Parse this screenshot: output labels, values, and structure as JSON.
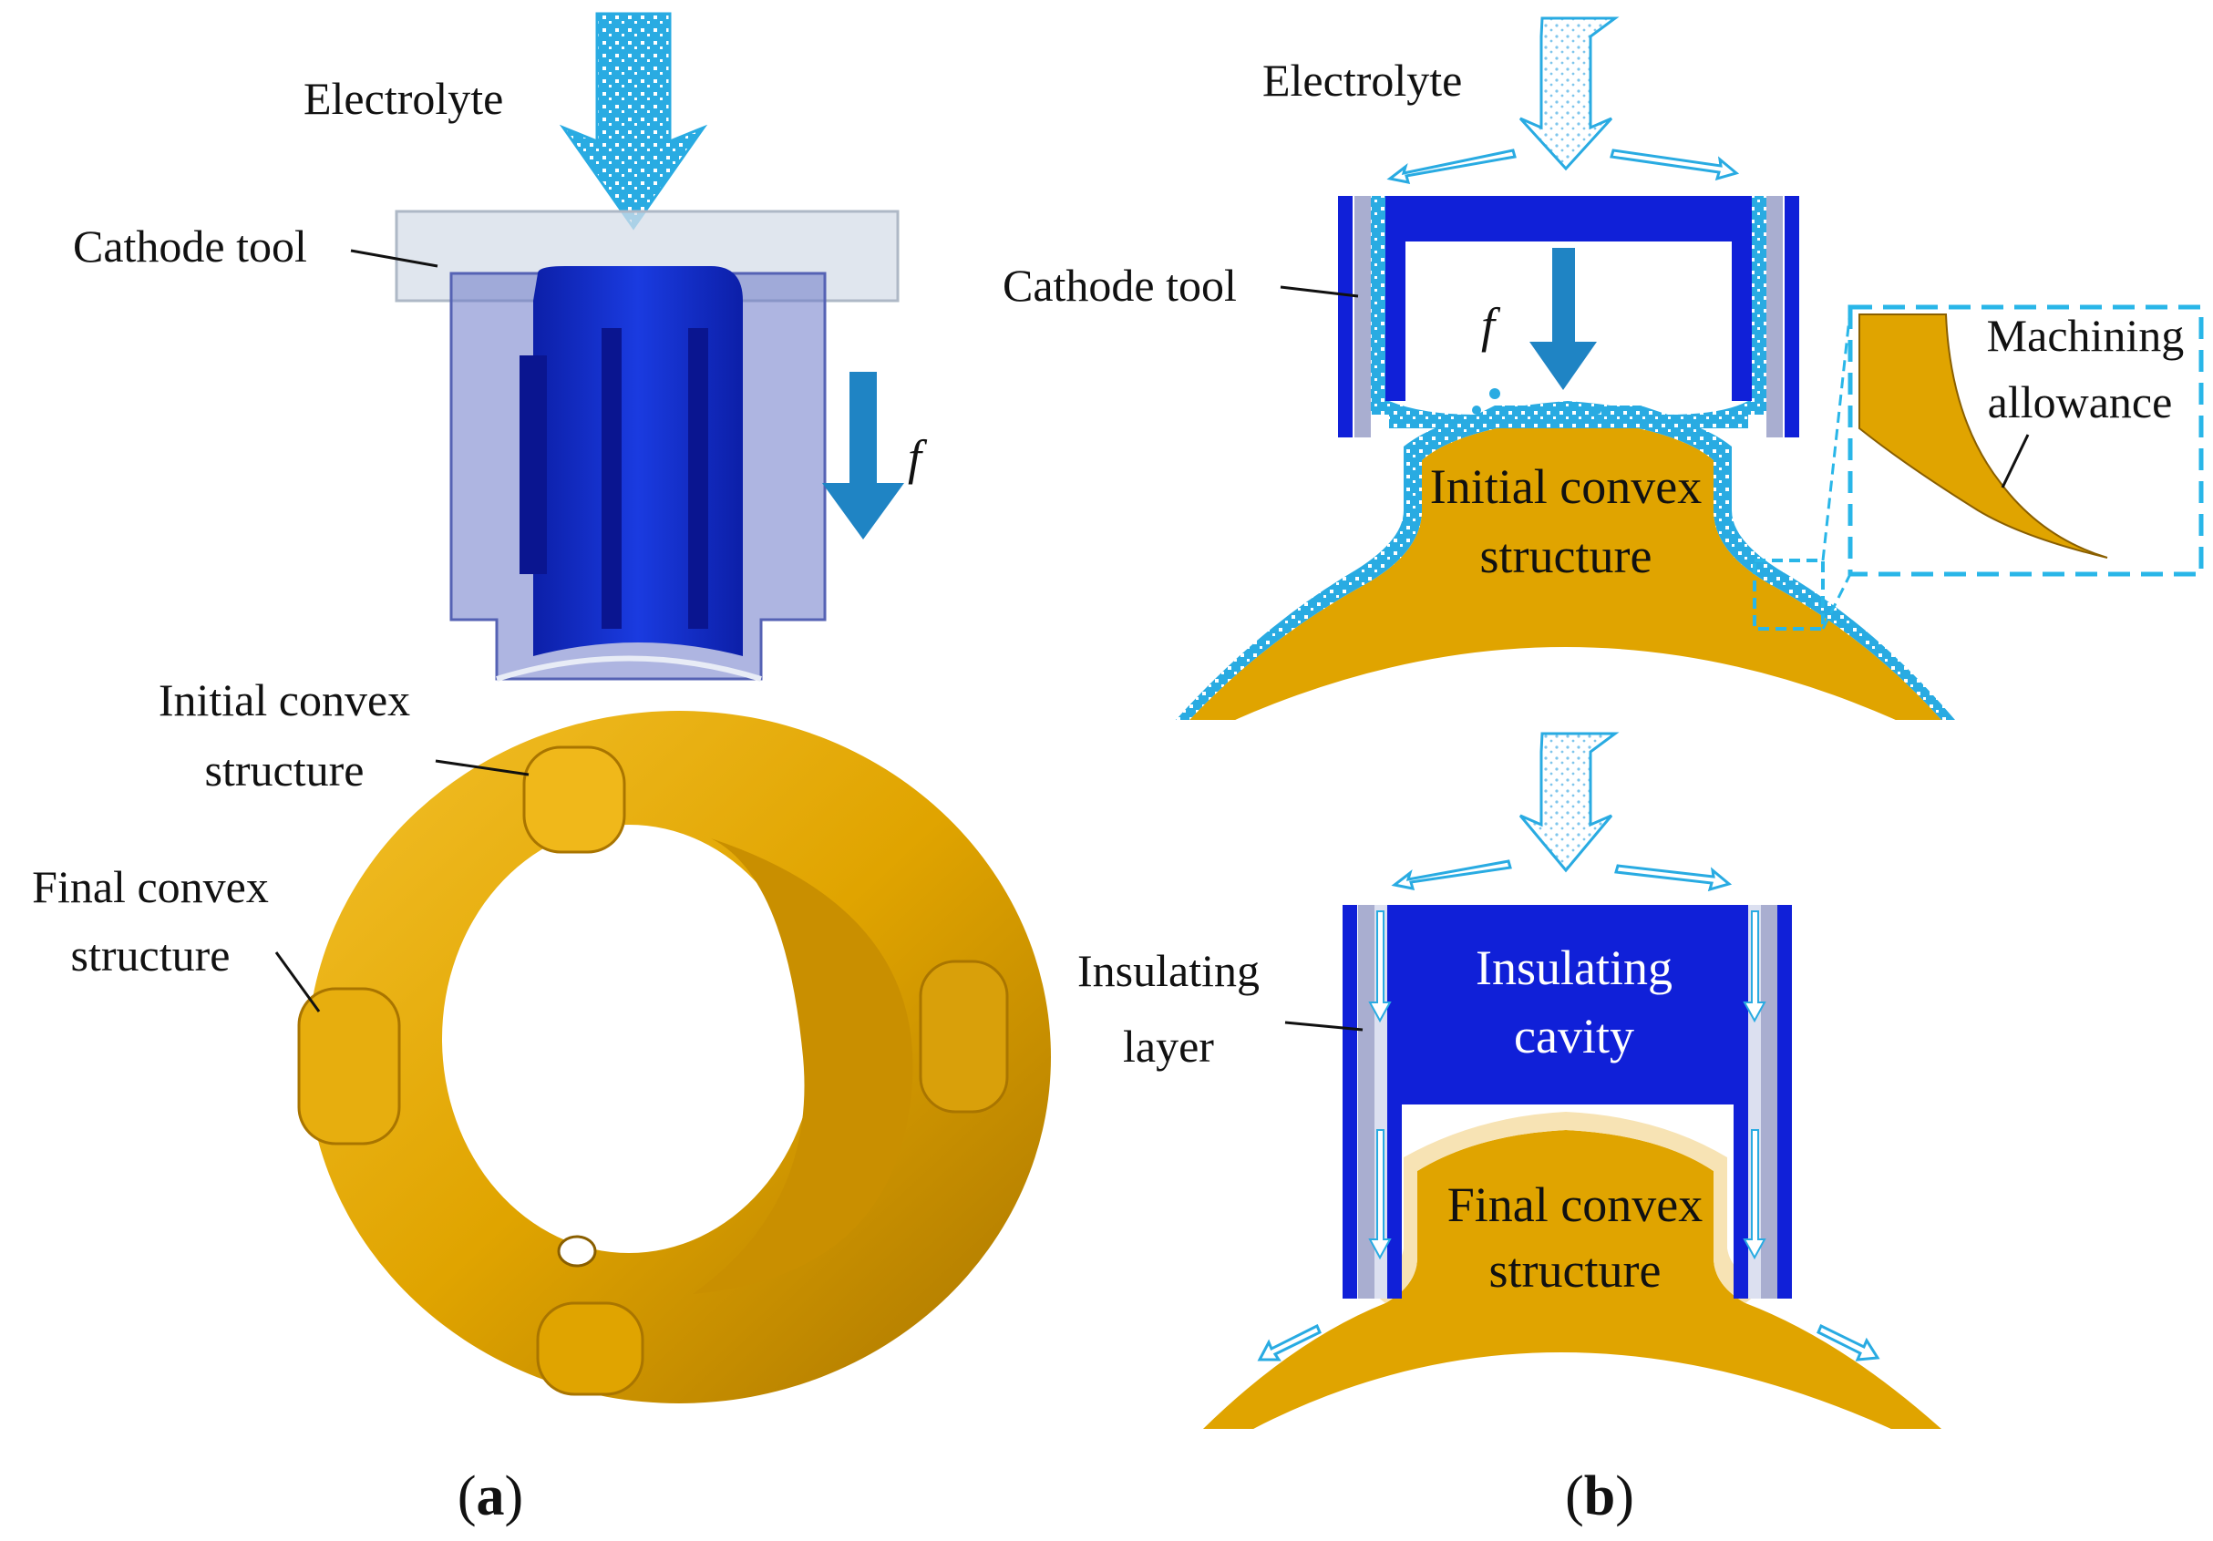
{
  "panel_a": {
    "caption_open": "(",
    "caption_letter": "a",
    "caption_close": ")",
    "labels": {
      "electrolyte": "Electrolyte",
      "cathode_tool": "Cathode tool",
      "feed": "f",
      "initial_line1": "Initial convex",
      "initial_line2": "structure",
      "final_line1": "Final convex",
      "final_line2": "structure"
    }
  },
  "panel_b": {
    "caption_open": "(",
    "caption_letter": "b",
    "caption_close": ")",
    "labels": {
      "electrolyte": "Electrolyte",
      "cathode_tool": "Cathode tool",
      "feed": "f",
      "machining_line1": "Machining",
      "machining_line2": "allowance",
      "initial_line1": "Initial convex",
      "initial_line2": "structure",
      "insulating_layer_line1": "Insulating",
      "insulating_layer_line2": "layer",
      "insulating_cavity_line1": "Insulating",
      "insulating_cavity_line2": "cavity",
      "final_line1": "Final convex",
      "final_line2": "structure"
    }
  },
  "colors": {
    "workpiece_gold": "#E0A400",
    "workpiece_dark": "#B07800",
    "cathode_blue": "#1020D8",
    "electrolyte_cyan": "#29ABE2",
    "insulating_gray": "#A9AED0",
    "feed_arrow_blue": "#1F84C4",
    "callout_cyan": "#29B6E8"
  }
}
